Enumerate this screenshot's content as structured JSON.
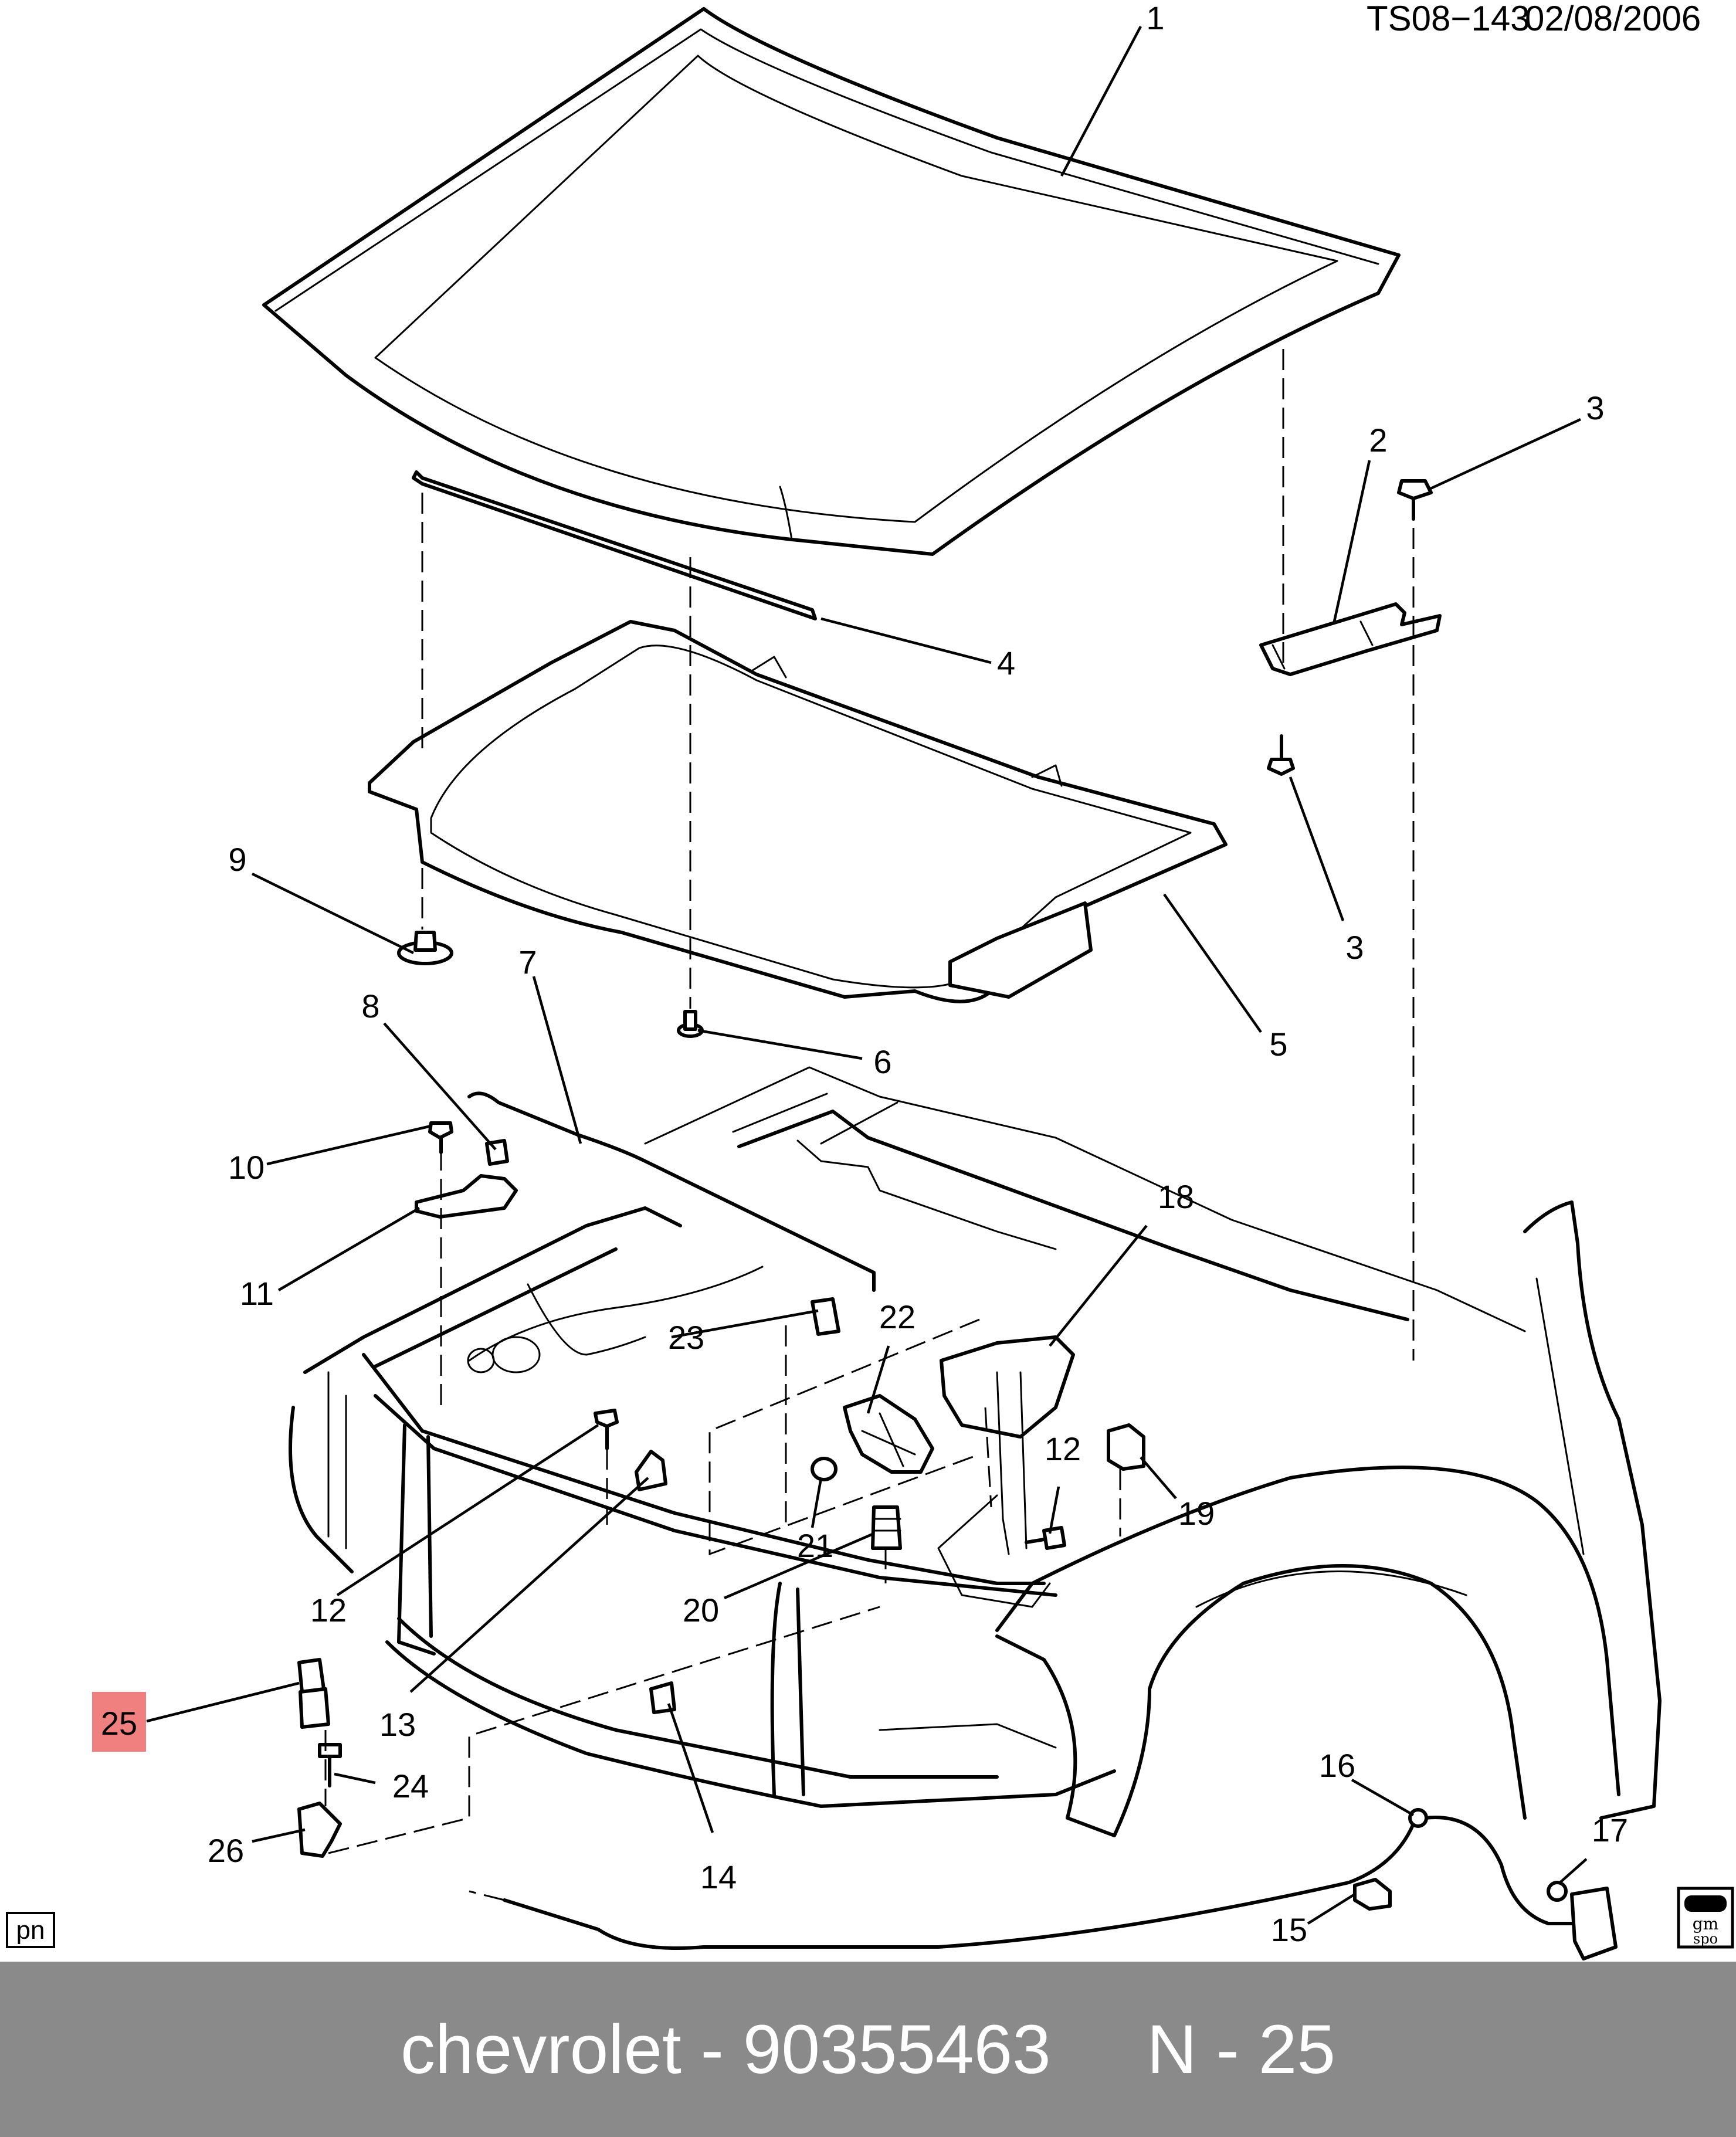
{
  "header": {
    "doc_code": "TS08−143",
    "doc_date": "02/08/2006"
  },
  "callouts": [
    {
      "id": "c1",
      "label": "1"
    },
    {
      "id": "c2",
      "label": "2"
    },
    {
      "id": "c3a",
      "label": "3"
    },
    {
      "id": "c3b",
      "label": "3"
    },
    {
      "id": "c4",
      "label": "4"
    },
    {
      "id": "c5",
      "label": "5"
    },
    {
      "id": "c6",
      "label": "6"
    },
    {
      "id": "c7",
      "label": "7"
    },
    {
      "id": "c8",
      "label": "8"
    },
    {
      "id": "c9",
      "label": "9"
    },
    {
      "id": "c10",
      "label": "10"
    },
    {
      "id": "c11",
      "label": "11"
    },
    {
      "id": "c12a",
      "label": "12"
    },
    {
      "id": "c12b",
      "label": "12"
    },
    {
      "id": "c13",
      "label": "13"
    },
    {
      "id": "c14",
      "label": "14"
    },
    {
      "id": "c15",
      "label": "15"
    },
    {
      "id": "c16",
      "label": "16"
    },
    {
      "id": "c17",
      "label": "17"
    },
    {
      "id": "c18",
      "label": "18"
    },
    {
      "id": "c19",
      "label": "19"
    },
    {
      "id": "c20",
      "label": "20"
    },
    {
      "id": "c21",
      "label": "21"
    },
    {
      "id": "c22",
      "label": "22"
    },
    {
      "id": "c23",
      "label": "23"
    },
    {
      "id": "c24",
      "label": "24"
    },
    {
      "id": "c25",
      "label": "25",
      "highlight": "#f08080"
    },
    {
      "id": "c26",
      "label": "26"
    }
  ],
  "corner_label": "pn",
  "logo": {
    "line1": "gm",
    "line2": "spo"
  },
  "footer": {
    "text": "chevrolet - 90355463     N - 25"
  },
  "colors": {
    "footer_bg": "#8a8a8a",
    "footer_text": "#ffffff",
    "highlight": "#f08080",
    "line": "#000000"
  }
}
